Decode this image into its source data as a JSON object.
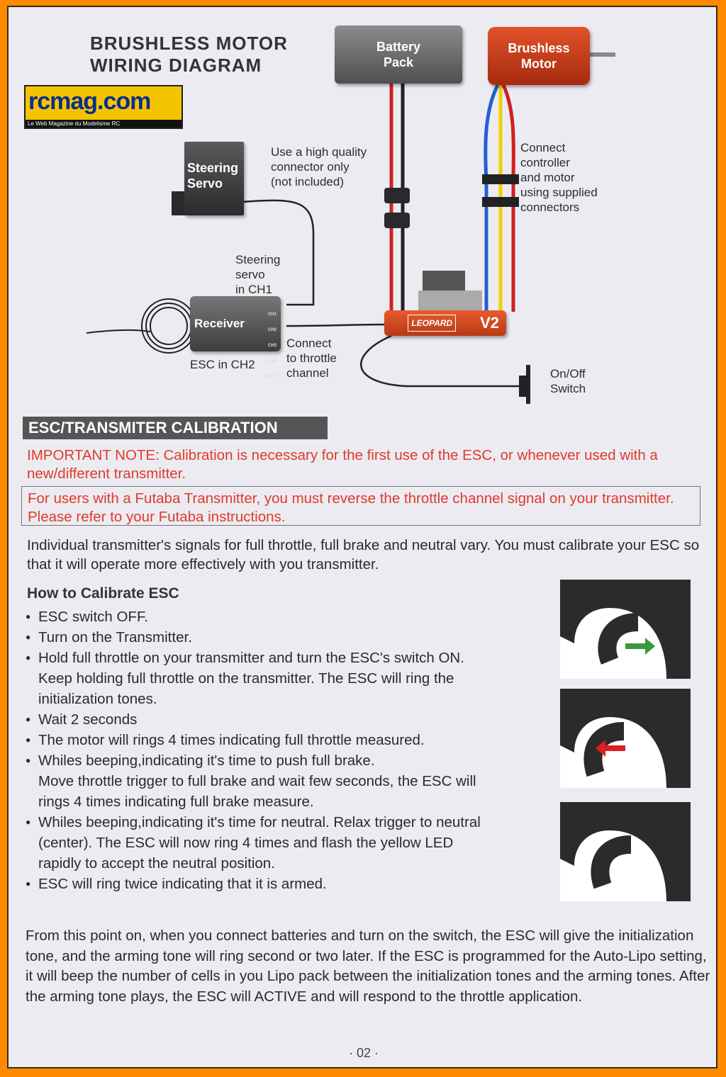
{
  "diagram": {
    "title": "BRUSHLESS MOTOR\nWIRING DIAGRAM",
    "battery_label": "Battery\nPack",
    "motor_label": "Brushless\nMotor",
    "servo_label": "Steering\nServo",
    "receiver_label": "Receiver",
    "receiver_ports": [
      "CH1",
      "CH2",
      "CH3",
      "CH4",
      "BATT"
    ],
    "esc_brand": "LEOPARD",
    "esc_model": "V2",
    "connector_note": "Use a high quality\nconnector only\n(not included)",
    "connect_note": "Connect\ncontroller\nand motor\nusing supplied\nconnectors",
    "steering_ch1": "Steering\nservo\nin CH1",
    "esc_ch2": "ESC in CH2",
    "throttle_note": "Connect\nto throttle\nchannel",
    "switch_label": "On/Off\nSwitch"
  },
  "logo": {
    "main": "rcmag.com",
    "sub": "Le Web Magazine du Modelisme RC",
    "color_bg": "#f5c400",
    "color_text": "#0a2f8a"
  },
  "calibration": {
    "heading": "ESC/TRANSMITER CALIBRATION",
    "important": "IMPORTANT NOTE: Calibration is necessary for the first use of the ESC, or whenever used with a new/different transmitter.",
    "futaba": "For users with a Futaba Transmitter, you must reverse the throttle channel signal on your transmitter. Please refer to your Futaba instructions.",
    "intro": "Individual transmitter's signals for full throttle, full brake and neutral vary. You must calibrate your ESC so that it will operate more effectively with you transmitter.",
    "howto_title": "How to Calibrate ESC",
    "steps": [
      "ESC switch OFF.",
      "Turn on the Transmitter.",
      "Hold full throttle on your transmitter and turn the ESC's switch ON.\nKeep holding full throttle on the transmitter. The ESC will ring the\ninitialization tones.",
      "Wait 2 seconds",
      "The motor will rings 4 times indicating full throttle measured.",
      "Whiles beeping,indicating it's time to push full brake.\nMove throttle trigger to full brake and wait few seconds, the ESC will\nrings 4 times indicating full brake measure.",
      "Whiles beeping,indicating it's time for neutral. Relax trigger to neutral\n(center). The ESC will now ring 4 times and flash the yellow LED\nrapidly to accept the neutral position.",
      "ESC will ring twice indicating that it is armed."
    ],
    "closing": "From this point on, when you connect batteries and turn on the switch, the ESC will give the initialization tone, and the arming tone will ring second or two later. If the ESC is programmed for the Auto-Lipo setting, it will beep the number of cells in you Lipo pack between the initialization tones and the arming tones. After the arming tone plays, the ESC will ACTIVE and will respond to the throttle application."
  },
  "trigger_images": [
    {
      "name": "full-throttle",
      "arrow_color": "#3a9a3a"
    },
    {
      "name": "full-brake",
      "arrow_color": "#d82020"
    },
    {
      "name": "neutral",
      "arrow_color": ""
    }
  ],
  "page_number": "· 02 ·"
}
